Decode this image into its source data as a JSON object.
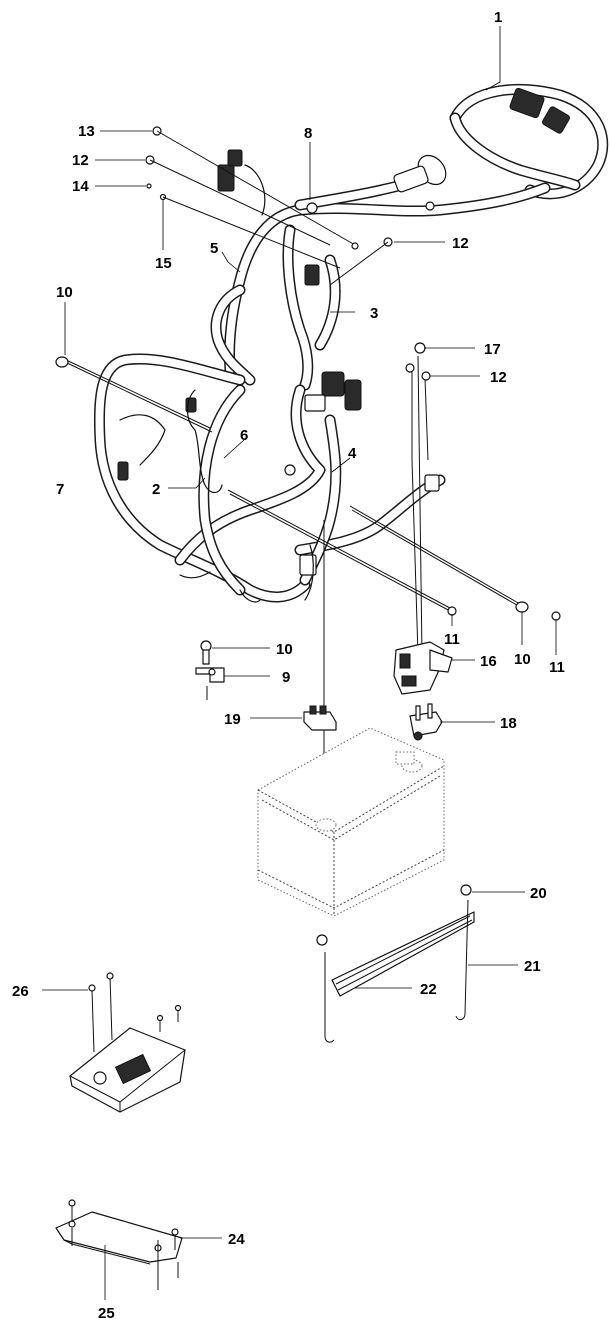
{
  "callouts": {
    "c1": "1",
    "c2": "2",
    "c3": "3",
    "c4": "4",
    "c5": "5",
    "c6": "6",
    "c7": "7",
    "c8": "8",
    "c9": "9",
    "c10a": "10",
    "c10b": "10",
    "c10c": "10",
    "c11a": "11",
    "c11b": "11",
    "c12a": "12",
    "c12b": "12",
    "c12c": "12",
    "c13": "13",
    "c14": "14",
    "c15": "15",
    "c16": "16",
    "c17": "17",
    "c18": "18",
    "c19": "19",
    "c20": "20",
    "c21": "21",
    "c22": "22",
    "c24": "24",
    "c25": "25",
    "c26": "26"
  }
}
